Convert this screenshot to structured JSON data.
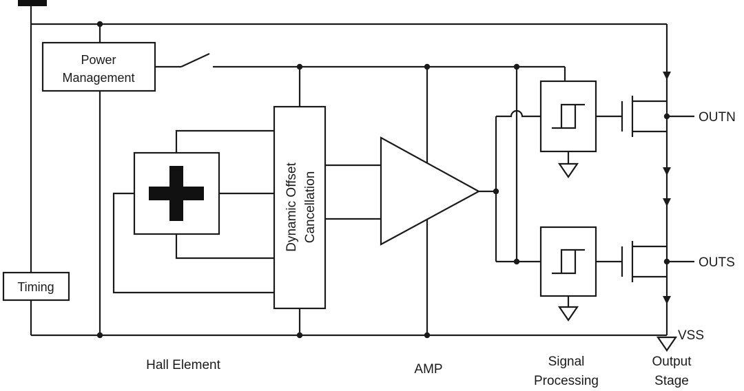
{
  "diagram": {
    "type": "hall-sensor-block-diagram",
    "background": "#ffffff",
    "line_color": "#1a1a1a",
    "blocks": {
      "power_management": {
        "line1": "Power",
        "line2": "Management"
      },
      "timing": {
        "label": "Timing"
      },
      "dynamic_offset_cancellation": {
        "line1": "Dynamic Offset",
        "line2": "Cancellation"
      }
    },
    "stage_labels": {
      "hall_element": "Hall Element",
      "amp": "AMP",
      "signal_processing": {
        "line1": "Signal",
        "line2": "Processing"
      },
      "output_stage": {
        "line1": "Output",
        "line2": "Stage"
      }
    },
    "pins": {
      "outn": "OUTN",
      "outs": "OUTS",
      "vss": "VSS"
    },
    "icons": [
      "supply-terminal-icon",
      "switch-icon",
      "hall-plus-icon",
      "amp-triangle-icon",
      "hysteresis-icon",
      "ground-icon",
      "mosfet-icon",
      "junction-dot",
      "current-arrow-icon"
    ]
  }
}
